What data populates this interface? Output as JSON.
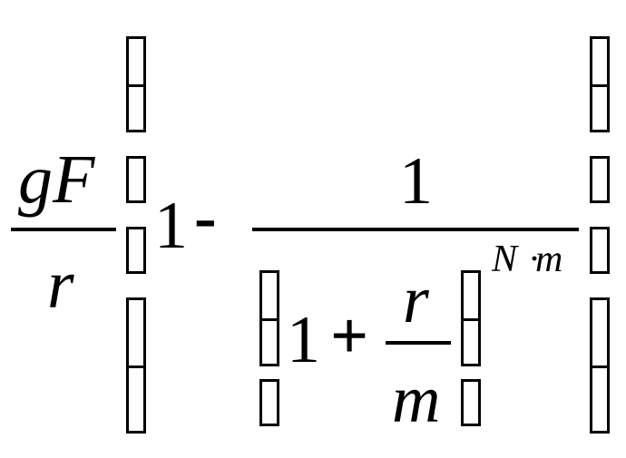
{
  "formula": {
    "outer_fraction": {
      "numerator": "gF",
      "denominator": "r"
    },
    "one": "1",
    "minus": "-",
    "inner_fraction": {
      "numerator": "1"
    },
    "paren_one": "1",
    "plus": "+",
    "rate_fraction": {
      "numerator": "r",
      "denominator": "m"
    },
    "exponent": {
      "left": "N",
      "dot": "·",
      "right": "m"
    }
  },
  "colors": {
    "ink": "#000000",
    "background": "#ffffff"
  }
}
